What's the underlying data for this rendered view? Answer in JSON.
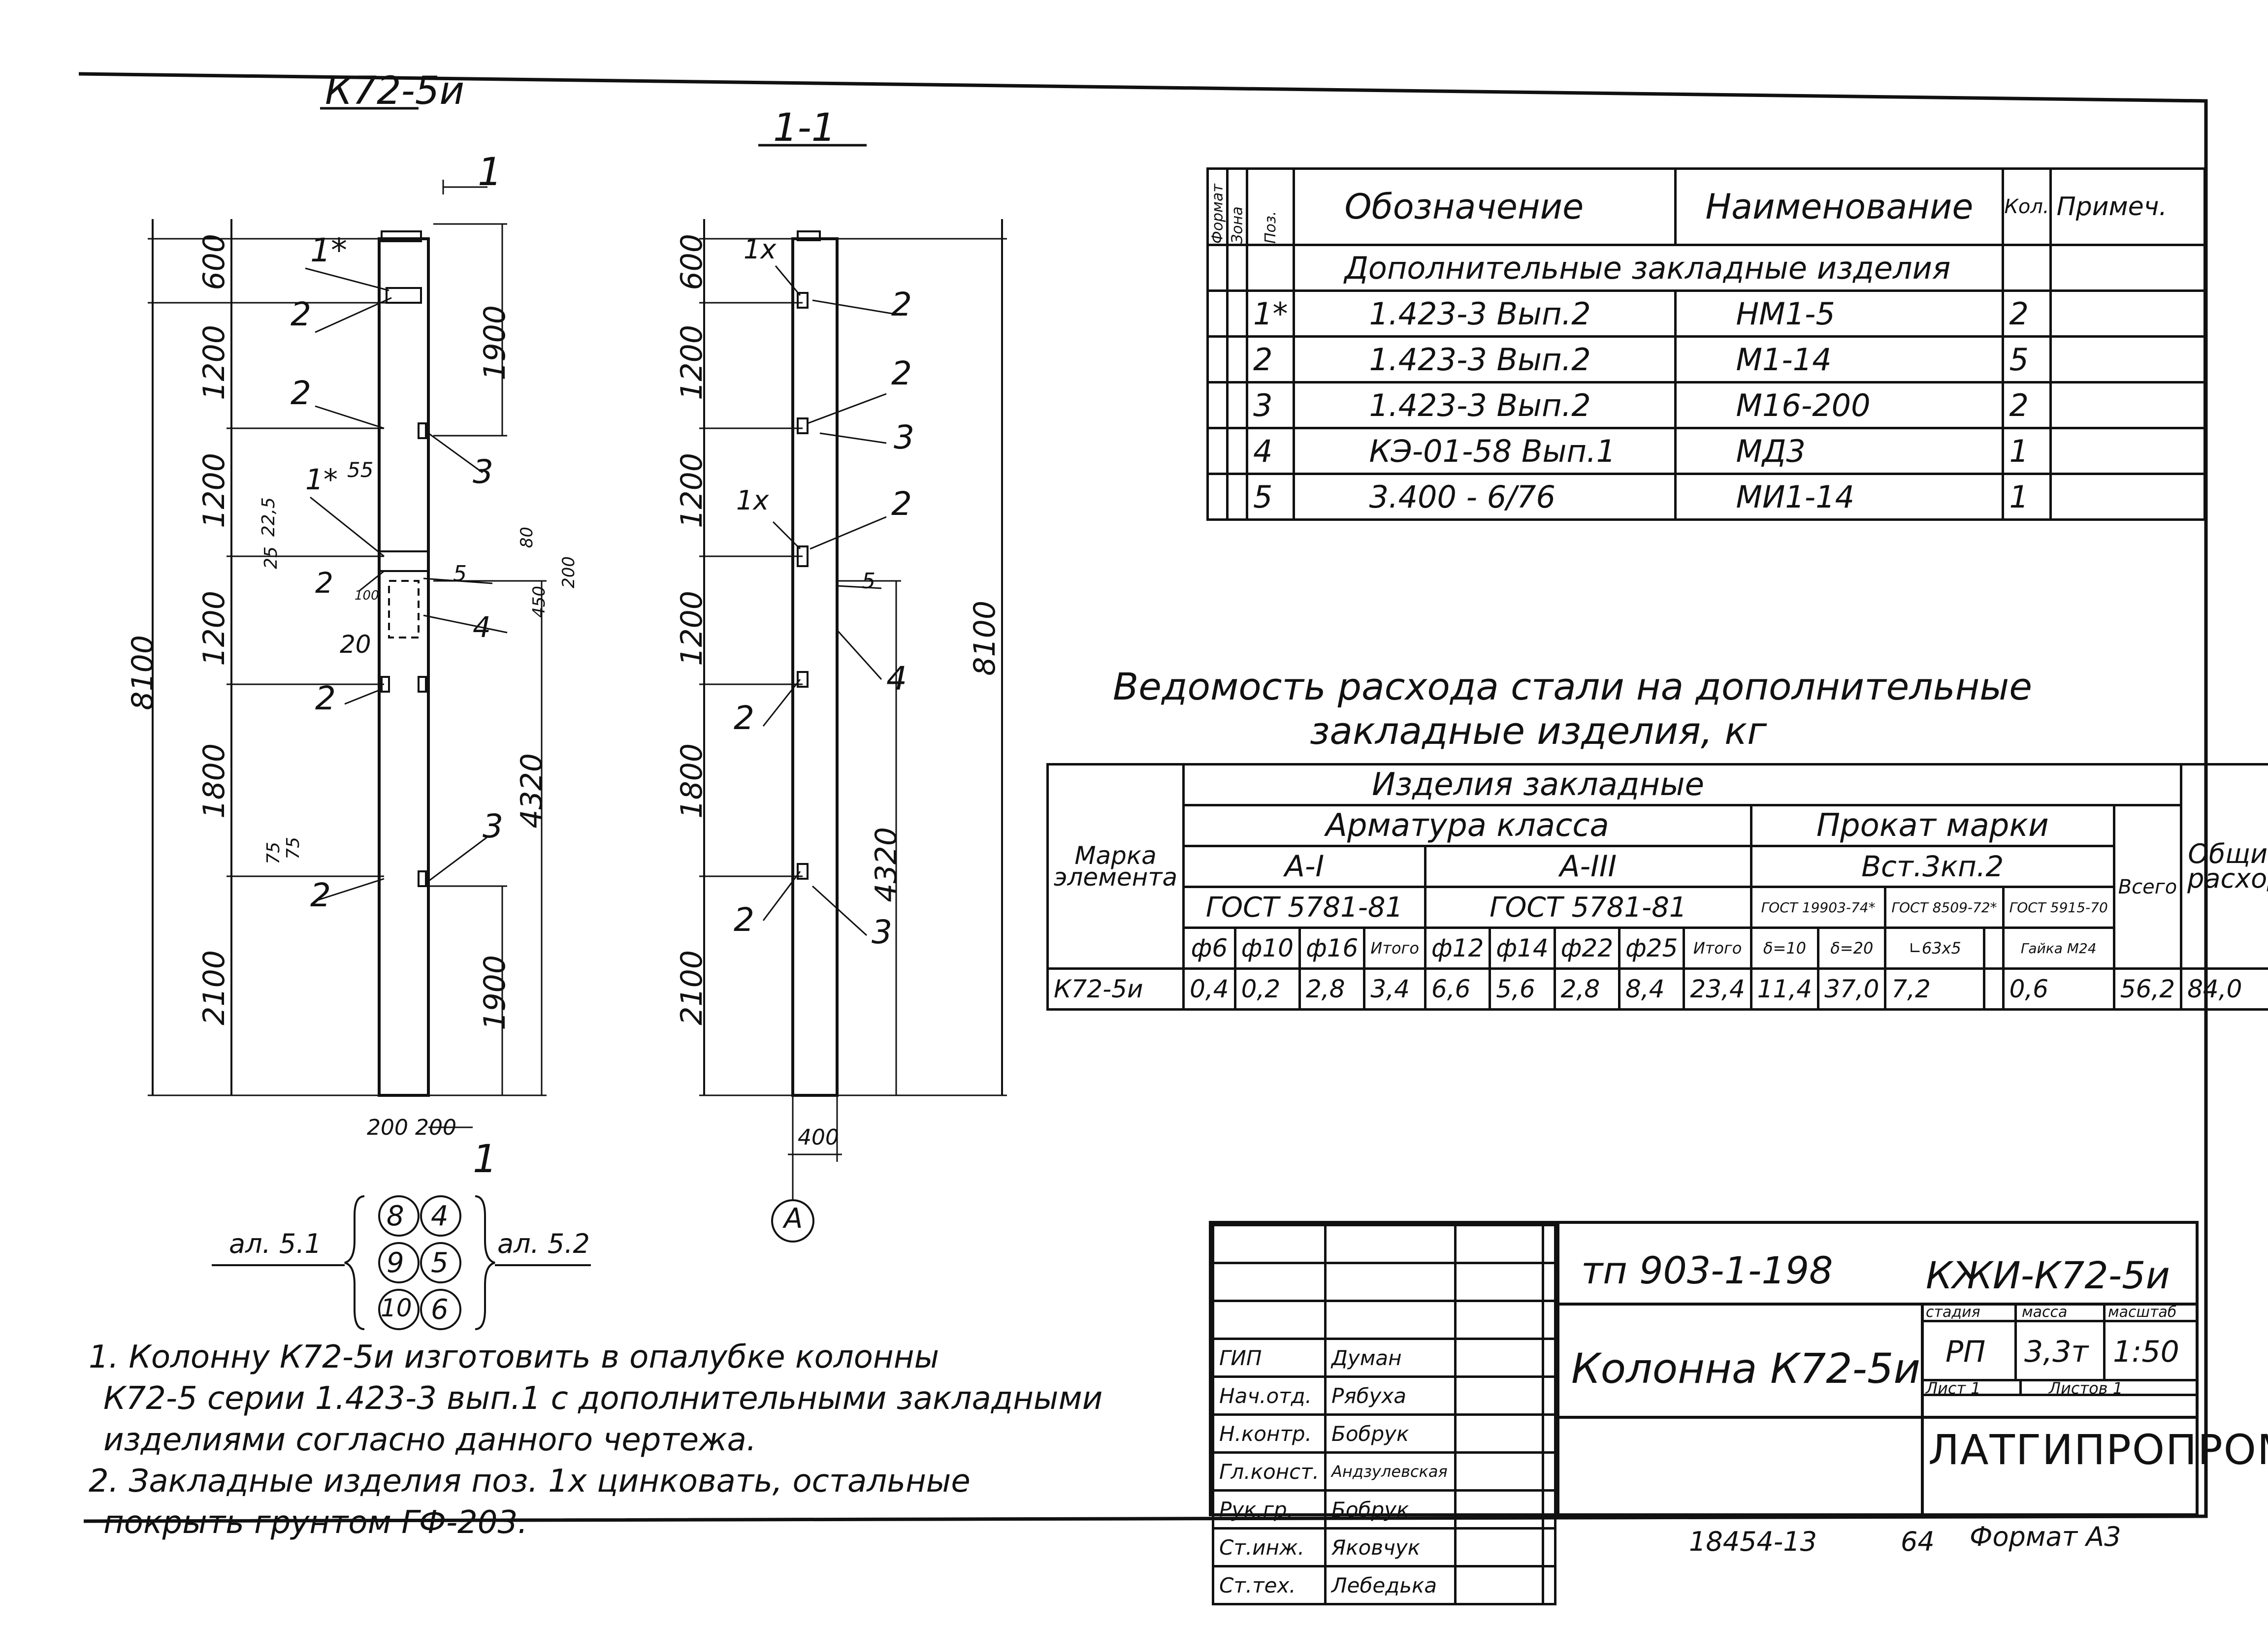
{
  "views": {
    "left_title": "К72-5и",
    "right_title": "1-1",
    "section_marker": "1",
    "total_height": "8100",
    "segments": [
      "600",
      "1200",
      "1200",
      "1200",
      "1800",
      "2100"
    ],
    "side_dims_left": [
      "1900",
      "4320",
      "1900"
    ],
    "side_dims_right": [
      "4320"
    ],
    "width_dims": "200 200",
    "width_right": "400",
    "axis_label": "А",
    "callouts_left": [
      "1*",
      "2",
      "2",
      "3",
      "1*",
      "2",
      "5",
      "4",
      "2",
      "3",
      "2"
    ],
    "callouts_right": [
      "1х",
      "2",
      "2",
      "3",
      "1х",
      "2",
      "5",
      "4",
      "2",
      "2",
      "3"
    ],
    "small_dims": [
      "55",
      "22,5",
      "25",
      "20",
      "75",
      "75",
      "80",
      "450",
      "200",
      "100"
    ],
    "reinf_sheets": [
      "ал. 5.1",
      "ал. 5.2"
    ],
    "reinf_numbers": [
      "8",
      "4",
      "9",
      "5",
      "10",
      "6"
    ]
  },
  "spec_table": {
    "headers": [
      "Формат",
      "Зона",
      "Поз.",
      "Обозначение",
      "Наименование",
      "Кол.",
      "Примеч."
    ],
    "section_title": "Дополнительные закладные изделия",
    "rows": [
      {
        "pos": "1*",
        "designation": "1.423-3 Вып.2",
        "name": "НМ1-5",
        "qty": "2"
      },
      {
        "pos": "2",
        "designation": "1.423-3 Вып.2",
        "name": "М1-14",
        "qty": "5"
      },
      {
        "pos": "3",
        "designation": "1.423-3 Вып.2",
        "name": "М16-200",
        "qty": "2"
      },
      {
        "pos": "4",
        "designation": "КЭ-01-58 Вып.1",
        "name": "МД3",
        "qty": "1"
      },
      {
        "pos": "5",
        "designation": "3.400 - 6/76",
        "name": "МИ1-14",
        "qty": "1"
      }
    ]
  },
  "steel_table": {
    "title_line1": "Ведомость расхода стали на дополнительные",
    "title_line2": "закладные изделия, кг",
    "group": "Изделия закладные",
    "mark_header": "Марка элемента",
    "armature": "Арматура класса",
    "rolled": "Прокат марки",
    "total": "Всего",
    "overall": "Общий расход",
    "class_a1": "А-I",
    "class_a3": "А-III",
    "gost_a1": "ГОСТ 5781-81",
    "gost_a3": "ГОСТ 5781-81",
    "steel_grade": "Вст.3кп.2",
    "gost_r1": "ГОСТ 19903-74*",
    "gost_r2": "ГОСТ 8509-72*",
    "gost_r3": "ГОСТ 5915-70",
    "cols": [
      "ф6",
      "ф10",
      "ф16",
      "Итого",
      "ф12",
      "ф14",
      "ф22",
      "ф25",
      "Итого",
      "δ=10",
      "δ=20",
      "∟63х5",
      "",
      "Гайка М24"
    ],
    "row": {
      "mark": "К72-5и",
      "values": [
        "0,4",
        "0,2",
        "2,8",
        "3,4",
        "6,6",
        "5,6",
        "2,8",
        "8,4",
        "23,4",
        "11,4",
        "37,0",
        "7,2",
        "",
        "0,6"
      ],
      "total": "56,2",
      "overall": "84,0"
    }
  },
  "notes": [
    "1. Колонну К72-5и изготовить в опалубке колонны",
    "К72-5 серии 1.423-3 вып.1 с дополнительными закладными",
    "изделиями согласно данного чертежа.",
    "2. Закладные изделия поз. 1х цинковать, остальные",
    "покрыть грунтом ГФ-203."
  ],
  "title_block": {
    "code": "тп 903-1-198",
    "sheet_code": "КЖИ-К72-5и",
    "object": "Колонна К72-5и",
    "roles": [
      "ГИП",
      "Нач.отд.",
      "Н.контр.",
      "Гл.конст.",
      "Рук.гр.",
      "Ст.инж.",
      "Ст.тех."
    ],
    "names": [
      "Думан",
      "Рябуха",
      "Бобрук",
      "Андзулевская",
      "Бобрук",
      "Яковчук",
      "Лебедька"
    ],
    "stage_h": "стадия",
    "mass_h": "масса",
    "scale_h": "масштаб",
    "stage": "РП",
    "mass": "3,3т",
    "scale": "1:50",
    "sheet": "Лист 1",
    "sheets": "Листов 1",
    "org": "ЛАТГИПРОПРОМ"
  },
  "footer": {
    "inv": "18454-13",
    "page": "64",
    "format": "Формат А3"
  }
}
